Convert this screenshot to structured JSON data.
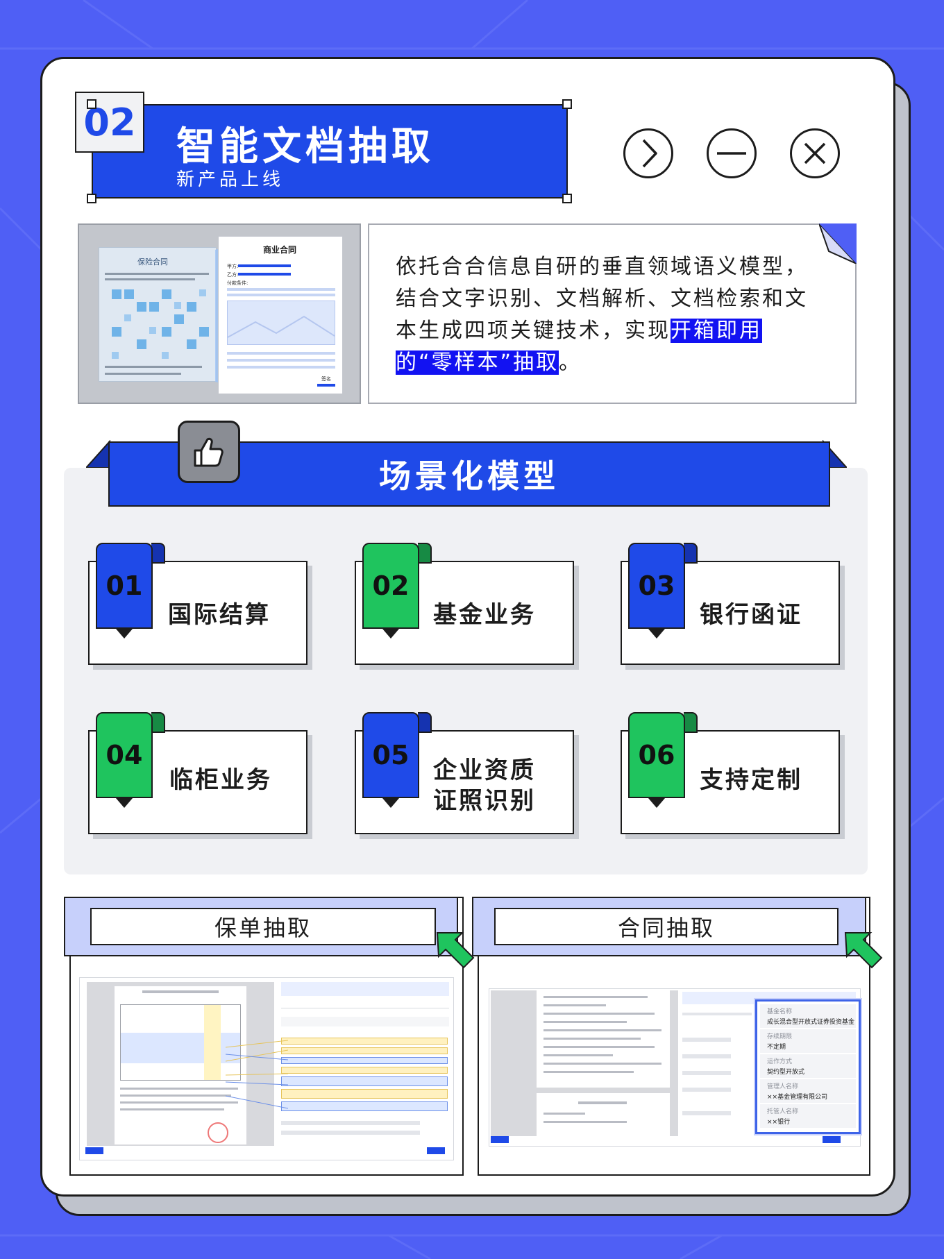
{
  "header": {
    "number": "02",
    "title": "智能文档抽取",
    "subtitle": "新产品上线",
    "controls": [
      {
        "icon": "chevron-right-icon"
      },
      {
        "icon": "minus-icon"
      },
      {
        "icon": "close-icon"
      }
    ]
  },
  "intro": {
    "image": {
      "left_doc_title": "保险合同",
      "right_doc_title": "商业合同",
      "fields": [
        "甲方:",
        "乙方:",
        "付款条件:"
      ],
      "sign_label": "签名"
    },
    "text_plain": "依托合合信息自研的垂直领域语义模型，结合文字识别、文档解析、文档检索和文本生成四项关键技术，实现",
    "text_highlight": "开箱即用的“零样本”抽取",
    "text_end": "。"
  },
  "scenarios": {
    "title": "场景化模型",
    "icon": "thumbs-up-icon",
    "items": [
      {
        "num": "01",
        "label": "国际结算",
        "color": "blue"
      },
      {
        "num": "02",
        "label": "基金业务",
        "color": "green"
      },
      {
        "num": "03",
        "label": "银行函证",
        "color": "blue"
      },
      {
        "num": "04",
        "label": "临柜业务",
        "color": "green"
      },
      {
        "num": "05",
        "label_line1": "企业资质",
        "label_line2": "证照识别",
        "color": "blue"
      },
      {
        "num": "06",
        "label": "支持定制",
        "color": "green"
      }
    ]
  },
  "examples": [
    {
      "title": "保单抽取",
      "icon": "arrow-icon"
    },
    {
      "title": "合同抽取",
      "icon": "arrow-icon"
    }
  ],
  "contract_panel": {
    "fields": [
      {
        "label": "基金名称",
        "value": "成长混合型开放式证券投资基金"
      },
      {
        "label": "存续期限",
        "value": "不定期"
      },
      {
        "label": "运作方式",
        "value": "契约型开放式"
      },
      {
        "label": "管理人名称",
        "value": "××基金管理有限公司"
      },
      {
        "label": "托管人名称",
        "value": "××银行"
      }
    ]
  },
  "colors": {
    "background": "#4f5ff5",
    "primary_blue": "#1f4ae8",
    "green": "#1fc45e",
    "highlight": "#1212f2"
  }
}
